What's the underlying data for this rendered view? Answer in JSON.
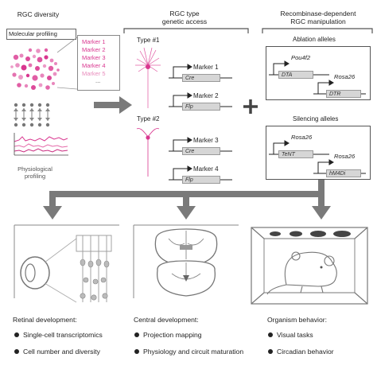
{
  "section1": {
    "title": "RGC diversity",
    "subtitle": "Molecular profiling",
    "markers": [
      "Marker 1",
      "Marker 2",
      "Marker 3",
      "Marker 4",
      "Marker 5",
      "..."
    ],
    "physio_label_1": "Physiological",
    "physio_label_2": "profiling"
  },
  "section2": {
    "title_1": "RGC type",
    "title_2": "genetic access",
    "types": [
      {
        "label": "Type #1",
        "rows": [
          {
            "marker": "Marker 1",
            "gene": "Cre"
          },
          {
            "marker": "Marker 2",
            "gene": "Flp"
          }
        ]
      },
      {
        "label": "Type #2",
        "rows": [
          {
            "marker": "Marker 3",
            "gene": "Cre"
          },
          {
            "marker": "Marker 4",
            "gene": "Flp"
          }
        ]
      }
    ]
  },
  "section3": {
    "title_1": "Recombinase-dependent",
    "title_2": "RGC manipulation",
    "ablation": {
      "title": "Ablation alleles",
      "constructs": [
        {
          "promoter": "Pou4f2",
          "gene": "DTA"
        },
        {
          "promoter": "Rosa26",
          "gene": "DTR"
        }
      ]
    },
    "silencing": {
      "title": "Silencing alleles",
      "constructs": [
        {
          "promoter": "Rosa26",
          "gene": "TeNT"
        },
        {
          "promoter": "Rosa26",
          "gene": "hM4Di"
        }
      ]
    }
  },
  "plus": "+",
  "bottom": [
    {
      "title": "Retinal development:",
      "items": [
        "Single-cell transcriptomics",
        "Cell number and diversity"
      ]
    },
    {
      "title": "Central development:",
      "items": [
        "Projection mapping",
        "Physiology and circuit maturation"
      ]
    },
    {
      "title": "Organism behavior:",
      "items": [
        "Visual tasks",
        "Circadian behavior"
      ]
    }
  ],
  "colors": {
    "magenta": "#d9368f",
    "gray_arrow": "#7a7a7a",
    "frame": "#555555"
  }
}
